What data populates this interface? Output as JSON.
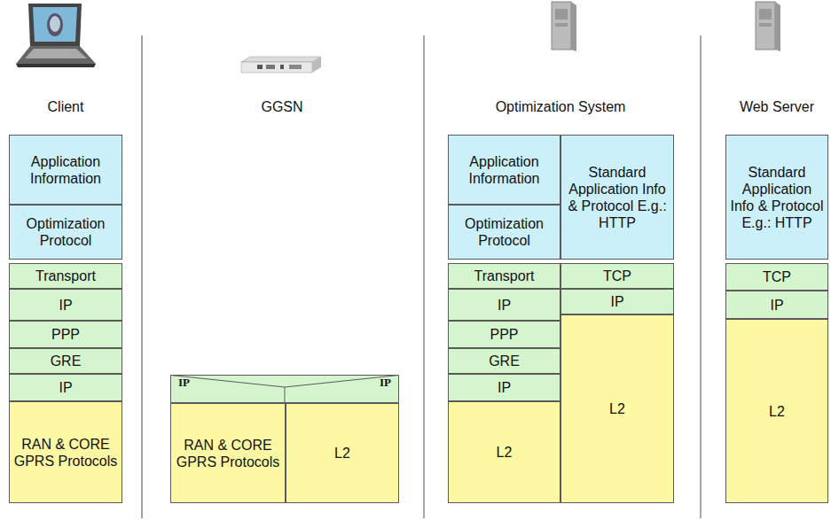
{
  "diagram": {
    "nodes": [
      {
        "text": [
          "Application Information"
        ]
      },
      {
        "text": [
          "Optimization Protocol"
        ]
      },
      {
        "text": [
          "Transport"
        ]
      },
      {
        "text": [
          "IP"
        ]
      },
      {
        "text": [
          "PPP"
        ]
      },
      {
        "text": [
          "GRE"
        ]
      },
      {
        "text": [
          "IP"
        ]
      },
      {
        "text": [
          "RAN & CORE GPRS Protocols"
        ]
      },
      {
        "text": [
          "IP",
          "IP"
        ]
      },
      {
        "text": [
          "RAN & CORE GPRS Protocols"
        ]
      },
      {
        "text": [
          "L2"
        ]
      },
      {
        "text": [
          "Application Information"
        ]
      },
      {
        "text": [
          "Optimization Protocol"
        ]
      },
      {
        "text": [
          "Transport"
        ]
      },
      {
        "text": [
          "IP"
        ]
      },
      {
        "text": [
          "PPP"
        ]
      },
      {
        "text": [
          "GRE"
        ]
      },
      {
        "text": [
          "IP"
        ]
      },
      {
        "text": [
          "L2"
        ]
      },
      {
        "text": [
          "Standard Application Info & Protocol E.g.: HTTP"
        ]
      },
      {
        "text": [
          "TCP"
        ]
      },
      {
        "text": [
          "IP"
        ]
      },
      {
        "text": [
          "L2"
        ]
      },
      {
        "text": [
          "Standard Application Info & Protocol E.g.: HTTP"
        ]
      },
      {
        "text": [
          "TCP"
        ]
      },
      {
        "text": [
          "IP"
        ]
      },
      {
        "text": [
          "L2"
        ]
      }
    ],
    "labels": [
      "Client",
      "GGSN",
      "Optimization System",
      "Web Server"
    ]
  }
}
